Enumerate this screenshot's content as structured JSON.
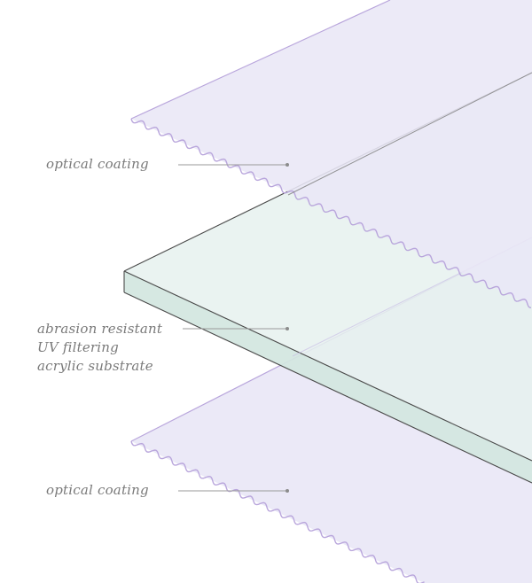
{
  "labels": {
    "top_coating": "optical coating",
    "substrate": [
      "abrasion resistant",
      "UV filtering",
      "acrylic substrate"
    ],
    "bottom_coating": "optical coating"
  },
  "colors": {
    "coating_fill": "#e9e7f6",
    "coating_edge": "#b9a6dc",
    "glass_top": "#e6f1ee",
    "glass_side": "#d2e6df",
    "glass_edge": "#4a4a4a",
    "label_text": "#7a7a7a"
  }
}
